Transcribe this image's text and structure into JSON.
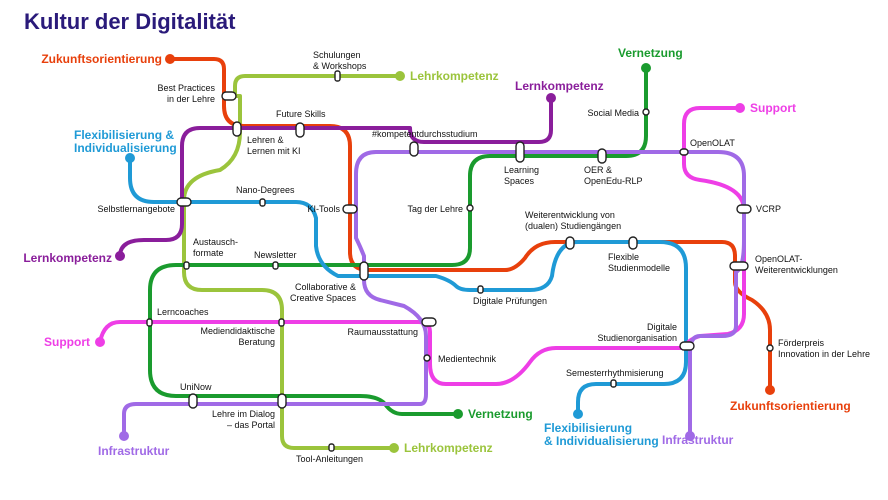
{
  "title": "Kultur der Digitalität",
  "colors": {
    "title": "#2a1a7a",
    "rot": "#e8400c",
    "hellgruen": "#9bc43c",
    "gruen": "#1a9b2e",
    "lila": "#8a1e9b",
    "blau": "#1f9ad6",
    "pink": "#ee3ee6",
    "violett": "#a06ae6"
  },
  "lines": [
    {
      "key": "rot",
      "start": "Zukunftsorientierung",
      "end": "Zukunftsorientierung"
    },
    {
      "key": "hellgruen",
      "start": "Lehrkompetenz",
      "end": "Lehrkompetenz"
    },
    {
      "key": "gruen",
      "start": "Vernetzung",
      "end": "Vernetzung"
    },
    {
      "key": "lila",
      "start": "Lernkompetenz",
      "end": "Lernkompetenz"
    },
    {
      "key": "blau",
      "start": "Flexibilisierung & Individualisierung",
      "end": "Flexibilisierung & Individualisierung"
    },
    {
      "key": "pink",
      "start": "Support",
      "end": "Support"
    },
    {
      "key": "violett",
      "start": "Infrastruktur",
      "end": "Infrastruktur"
    }
  ],
  "stations": [
    {
      "id": "schulungen",
      "lines": [
        "Schulungen",
        "& Workshops"
      ]
    },
    {
      "id": "best-practices",
      "lines": [
        "Best Practices",
        "in der Lehre"
      ]
    },
    {
      "id": "future-skills",
      "lines": [
        "Future Skills"
      ]
    },
    {
      "id": "lehren-lernen-ki",
      "lines": [
        "Lehren &",
        "Lernen mit KI"
      ]
    },
    {
      "id": "kompetentdurchsstudium",
      "lines": [
        "#kompetentdurchsstudium"
      ]
    },
    {
      "id": "social-media",
      "lines": [
        "Social Media"
      ]
    },
    {
      "id": "openolat",
      "lines": [
        "OpenOLAT"
      ]
    },
    {
      "id": "learning-spaces",
      "lines": [
        "Learning",
        "Spaces"
      ]
    },
    {
      "id": "oer",
      "lines": [
        "OER &",
        "OpenEdu-RLP"
      ]
    },
    {
      "id": "selbstlernangebote",
      "lines": [
        "Selbstlernangebote"
      ]
    },
    {
      "id": "nano-degrees",
      "lines": [
        "Nano-Degrees"
      ]
    },
    {
      "id": "ki-tools",
      "lines": [
        "KI-Tools"
      ]
    },
    {
      "id": "tag-der-lehre",
      "lines": [
        "Tag der Lehre"
      ]
    },
    {
      "id": "vcrp",
      "lines": [
        "VCRP"
      ]
    },
    {
      "id": "weiterentwicklung",
      "lines": [
        "Weiterentwicklung von",
        "(dualen) Studiengängen"
      ]
    },
    {
      "id": "austauschformate",
      "lines": [
        "Austausch-",
        "formate"
      ]
    },
    {
      "id": "newsletter",
      "lines": [
        "Newsletter"
      ]
    },
    {
      "id": "flexible-studienmodelle",
      "lines": [
        "Flexible",
        "Studienmodelle"
      ]
    },
    {
      "id": "openolat-weiterentwicklungen",
      "lines": [
        "OpenOLAT-",
        "Weiterentwicklungen"
      ]
    },
    {
      "id": "collaborative",
      "lines": [
        "Collaborative &",
        "Creative Spaces"
      ]
    },
    {
      "id": "digitale-pruefungen",
      "lines": [
        "Digitale Prüfungen"
      ]
    },
    {
      "id": "lerncoaches",
      "lines": [
        "Lerncoaches"
      ]
    },
    {
      "id": "mediendidaktische-beratung",
      "lines": [
        "Mediendidaktische",
        "Beratung"
      ]
    },
    {
      "id": "raumausstattung",
      "lines": [
        "Raumausstattung"
      ]
    },
    {
      "id": "digitale-studienorganisation",
      "lines": [
        "Digitale",
        "Studienorganisation"
      ]
    },
    {
      "id": "medientechnik",
      "lines": [
        "Medientechnik"
      ]
    },
    {
      "id": "foerderpreis",
      "lines": [
        "Förderpreis",
        "Innovation in der Lehre"
      ]
    },
    {
      "id": "semesterrhythmisierung",
      "lines": [
        "Semesterrhythmisierung"
      ]
    },
    {
      "id": "uninow",
      "lines": [
        "UniNow"
      ]
    },
    {
      "id": "lehre-im-dialog",
      "lines": [
        "Lehre im Dialog",
        "– das Portal"
      ]
    },
    {
      "id": "tool-anleitungen",
      "lines": [
        "Tool-Anleitungen"
      ]
    }
  ]
}
